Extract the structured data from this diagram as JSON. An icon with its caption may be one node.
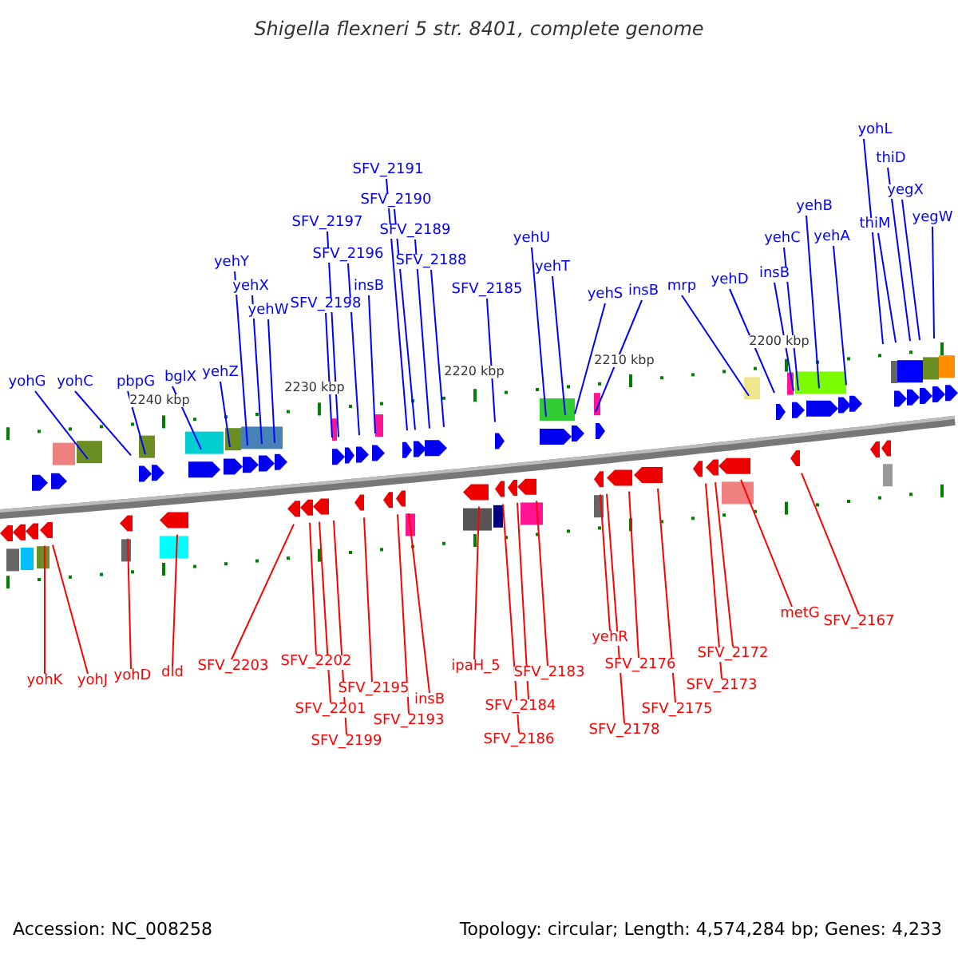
{
  "diagram": {
    "title": "Shigella flexneri 5 str. 8401, complete genome",
    "nodes": [
      {
        "text": [
          "yohG"
        ]
      },
      {
        "text": [
          "yohC"
        ]
      },
      {
        "text": [
          "pbpG"
        ]
      },
      {
        "text": [
          "bglX"
        ]
      },
      {
        "text": [
          "yehZ"
        ]
      },
      {
        "text": [
          "yehY"
        ]
      },
      {
        "text": [
          "yehX"
        ]
      },
      {
        "text": [
          "yehW"
        ]
      },
      {
        "text": [
          "SFV_2197"
        ]
      },
      {
        "text": [
          "SFV_2196"
        ]
      },
      {
        "text": [
          "SFV_2198"
        ]
      },
      {
        "text": [
          "insB"
        ]
      },
      {
        "text": [
          "SFV_2191"
        ]
      },
      {
        "text": [
          "SFV_2190"
        ]
      },
      {
        "text": [
          "SFV_2189"
        ]
      },
      {
        "text": [
          "SFV_2188"
        ]
      },
      {
        "text": [
          "SFV_2185"
        ]
      },
      {
        "text": [
          "yehU"
        ]
      },
      {
        "text": [
          "yehT"
        ]
      },
      {
        "text": [
          "yehS"
        ]
      },
      {
        "text": [
          "insB"
        ]
      },
      {
        "text": [
          "mrp"
        ]
      },
      {
        "text": [
          "yehD"
        ]
      },
      {
        "text": [
          "insB"
        ]
      },
      {
        "text": [
          "yehC"
        ]
      },
      {
        "text": [
          "yehB"
        ]
      },
      {
        "text": [
          "yehA"
        ]
      },
      {
        "text": [
          "yohL"
        ]
      },
      {
        "text": [
          "thiD"
        ]
      },
      {
        "text": [
          "thiM"
        ]
      },
      {
        "text": [
          "yegX"
        ]
      },
      {
        "text": [
          "yegW"
        ]
      },
      {
        "text": [
          "yohK"
        ]
      },
      {
        "text": [
          "yohJ"
        ]
      },
      {
        "text": [
          "yohD"
        ]
      },
      {
        "text": [
          "dld"
        ]
      },
      {
        "text": [
          "SFV_2203"
        ]
      },
      {
        "text": [
          "SFV_2202"
        ]
      },
      {
        "text": [
          "SFV_2201"
        ]
      },
      {
        "text": [
          "SFV_2199"
        ]
      },
      {
        "text": [
          "SFV_2195"
        ]
      },
      {
        "text": [
          "SFV_2193"
        ]
      },
      {
        "text": [
          "insB"
        ]
      },
      {
        "text": [
          "ipaH_5"
        ]
      },
      {
        "text": [
          "SFV_2186"
        ]
      },
      {
        "text": [
          "SFV_2184"
        ]
      },
      {
        "text": [
          "SFV_2183"
        ]
      },
      {
        "text": [
          "yehR"
        ]
      },
      {
        "text": [
          "SFV_2178"
        ]
      },
      {
        "text": [
          "SFV_2176"
        ]
      },
      {
        "text": [
          "SFV_2175"
        ]
      },
      {
        "text": [
          "SFV_2173"
        ]
      },
      {
        "text": [
          "SFV_2172"
        ]
      },
      {
        "text": [
          "metG"
        ]
      },
      {
        "text": [
          "SFV_2167"
        ]
      }
    ],
    "edges": [
      {
        "from": 0,
        "to": null,
        "arrow": "none",
        "color": "#0000ff"
      },
      {
        "from": 1,
        "to": null,
        "arrow": "none",
        "color": "#0000ff"
      },
      {
        "from": 2,
        "to": null,
        "arrow": "none",
        "color": "#0000ff"
      },
      {
        "from": 3,
        "to": null,
        "arrow": "none",
        "color": "#0000ff"
      },
      {
        "from": 4,
        "to": null,
        "arrow": "none",
        "color": "#0000ff"
      },
      {
        "from": 5,
        "to": null,
        "arrow": "none",
        "color": "#0000ff"
      },
      {
        "from": 6,
        "to": null,
        "arrow": "none",
        "color": "#0000ff"
      },
      {
        "from": 7,
        "to": null,
        "arrow": "none",
        "color": "#0000ff"
      },
      {
        "from": 8,
        "to": null,
        "arrow": "none",
        "color": "#0000ff"
      },
      {
        "from": 9,
        "to": null,
        "arrow": "none",
        "color": "#0000ff"
      },
      {
        "from": 10,
        "to": null,
        "arrow": "none",
        "color": "#0000ff"
      },
      {
        "from": 11,
        "to": null,
        "arrow": "none",
        "color": "#0000ff"
      },
      {
        "from": 12,
        "to": null,
        "arrow": "none",
        "color": "#0000ff"
      },
      {
        "from": 13,
        "to": null,
        "arrow": "none",
        "color": "#0000ff"
      },
      {
        "from": 14,
        "to": null,
        "arrow": "none",
        "color": "#0000ff"
      },
      {
        "from": 15,
        "to": null,
        "arrow": "none",
        "color": "#0000ff"
      },
      {
        "from": 16,
        "to": null,
        "arrow": "none",
        "color": "#0000ff"
      },
      {
        "from": 17,
        "to": null,
        "arrow": "none",
        "color": "#0000ff"
      },
      {
        "from": 18,
        "to": null,
        "arrow": "none",
        "color": "#0000ff"
      },
      {
        "from": 19,
        "to": null,
        "arrow": "none",
        "color": "#0000ff"
      },
      {
        "from": 20,
        "to": null,
        "arrow": "none",
        "color": "#0000ff"
      },
      {
        "from": 21,
        "to": null,
        "arrow": "none",
        "color": "#0000ff"
      },
      {
        "from": 22,
        "to": null,
        "arrow": "none",
        "color": "#0000ff"
      },
      {
        "from": 23,
        "to": null,
        "arrow": "none",
        "color": "#0000ff"
      },
      {
        "from": 24,
        "to": null,
        "arrow": "none",
        "color": "#0000ff"
      },
      {
        "from": 25,
        "to": null,
        "arrow": "none",
        "color": "#0000ff"
      },
      {
        "from": 26,
        "to": null,
        "arrow": "none",
        "color": "#0000ff"
      },
      {
        "from": 27,
        "to": null,
        "arrow": "none",
        "color": "#0000ff"
      },
      {
        "from": 28,
        "to": null,
        "arrow": "none",
        "color": "#0000ff"
      },
      {
        "from": 29,
        "to": null,
        "arrow": "none",
        "color": "#0000ff"
      },
      {
        "from": 30,
        "to": null,
        "arrow": "none",
        "color": "#0000ff"
      },
      {
        "from": 31,
        "to": null,
        "arrow": "none",
        "color": "#0000ff"
      },
      {
        "from": 32,
        "to": null,
        "arrow": "none",
        "color": "#ff0000"
      },
      {
        "from": 33,
        "to": null,
        "arrow": "none",
        "color": "#ff0000"
      },
      {
        "from": 34,
        "to": null,
        "arrow": "none",
        "color": "#ff0000"
      },
      {
        "from": 35,
        "to": null,
        "arrow": "none",
        "color": "#ff0000"
      },
      {
        "from": 36,
        "to": null,
        "arrow": "none",
        "color": "#ff0000"
      },
      {
        "from": 37,
        "to": null,
        "arrow": "none",
        "color": "#ff0000"
      },
      {
        "from": 38,
        "to": null,
        "arrow": "none",
        "color": "#ff0000"
      },
      {
        "from": 39,
        "to": null,
        "arrow": "none",
        "color": "#ff0000"
      },
      {
        "from": 40,
        "to": null,
        "arrow": "none",
        "color": "#ff0000"
      },
      {
        "from": 41,
        "to": null,
        "arrow": "none",
        "color": "#ff0000"
      },
      {
        "from": 42,
        "to": null,
        "arrow": "none",
        "color": "#ff0000"
      },
      {
        "from": 43,
        "to": null,
        "arrow": "none",
        "color": "#ff0000"
      },
      {
        "from": 44,
        "to": null,
        "arrow": "none",
        "color": "#ff0000"
      },
      {
        "from": 45,
        "to": null,
        "arrow": "none",
        "color": "#ff0000"
      },
      {
        "from": 46,
        "to": null,
        "arrow": "none",
        "color": "#ff0000"
      },
      {
        "from": 47,
        "to": null,
        "arrow": "none",
        "color": "#ff0000"
      },
      {
        "from": 48,
        "to": null,
        "arrow": "none",
        "color": "#ff0000"
      },
      {
        "from": 49,
        "to": null,
        "arrow": "none",
        "color": "#ff0000"
      },
      {
        "from": 50,
        "to": null,
        "arrow": "none",
        "color": "#ff0000"
      },
      {
        "from": 51,
        "to": null,
        "arrow": "none",
        "color": "#ff0000"
      },
      {
        "from": 52,
        "to": null,
        "arrow": "none",
        "color": "#ff0000"
      },
      {
        "from": 53,
        "to": null,
        "arrow": "none",
        "color": "#ff0000"
      },
      {
        "from": 54,
        "to": null,
        "arrow": "none",
        "color": "#ff0000"
      }
    ],
    "labels": [
      "2240 kbp",
      "2230 kbp",
      "2220 kbp",
      "2210 kbp",
      "2200 kbp",
      "Accession: NC_008258",
      "Topology: circular; Length: 4,574,284 bp; Genes: 4,233"
    ]
  }
}
